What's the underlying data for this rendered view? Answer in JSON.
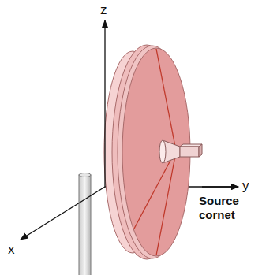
{
  "diagram": {
    "labels": [
      "z",
      "y",
      "x",
      "Source cornet"
    ]
  }
}
